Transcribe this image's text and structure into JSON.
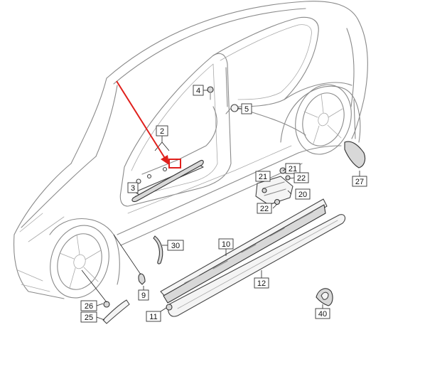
{
  "callouts": [
    {
      "id": "c2",
      "label": "2"
    },
    {
      "id": "c3",
      "label": "3"
    },
    {
      "id": "c4",
      "label": "4"
    },
    {
      "id": "c5",
      "label": "5"
    },
    {
      "id": "c9",
      "label": "9"
    },
    {
      "id": "c10",
      "label": "10"
    },
    {
      "id": "c11",
      "label": "11"
    },
    {
      "id": "c12",
      "label": "12"
    },
    {
      "id": "c20",
      "label": "20"
    },
    {
      "id": "c21a",
      "label": "21"
    },
    {
      "id": "c21b",
      "label": "21"
    },
    {
      "id": "c22a",
      "label": "22"
    },
    {
      "id": "c22b",
      "label": "22"
    },
    {
      "id": "c25",
      "label": "25"
    },
    {
      "id": "c26",
      "label": "26"
    },
    {
      "id": "c27",
      "label": "27"
    },
    {
      "id": "c30",
      "label": "30"
    },
    {
      "id": "c40",
      "label": "40"
    }
  ],
  "highlight_color": "#e0201c"
}
